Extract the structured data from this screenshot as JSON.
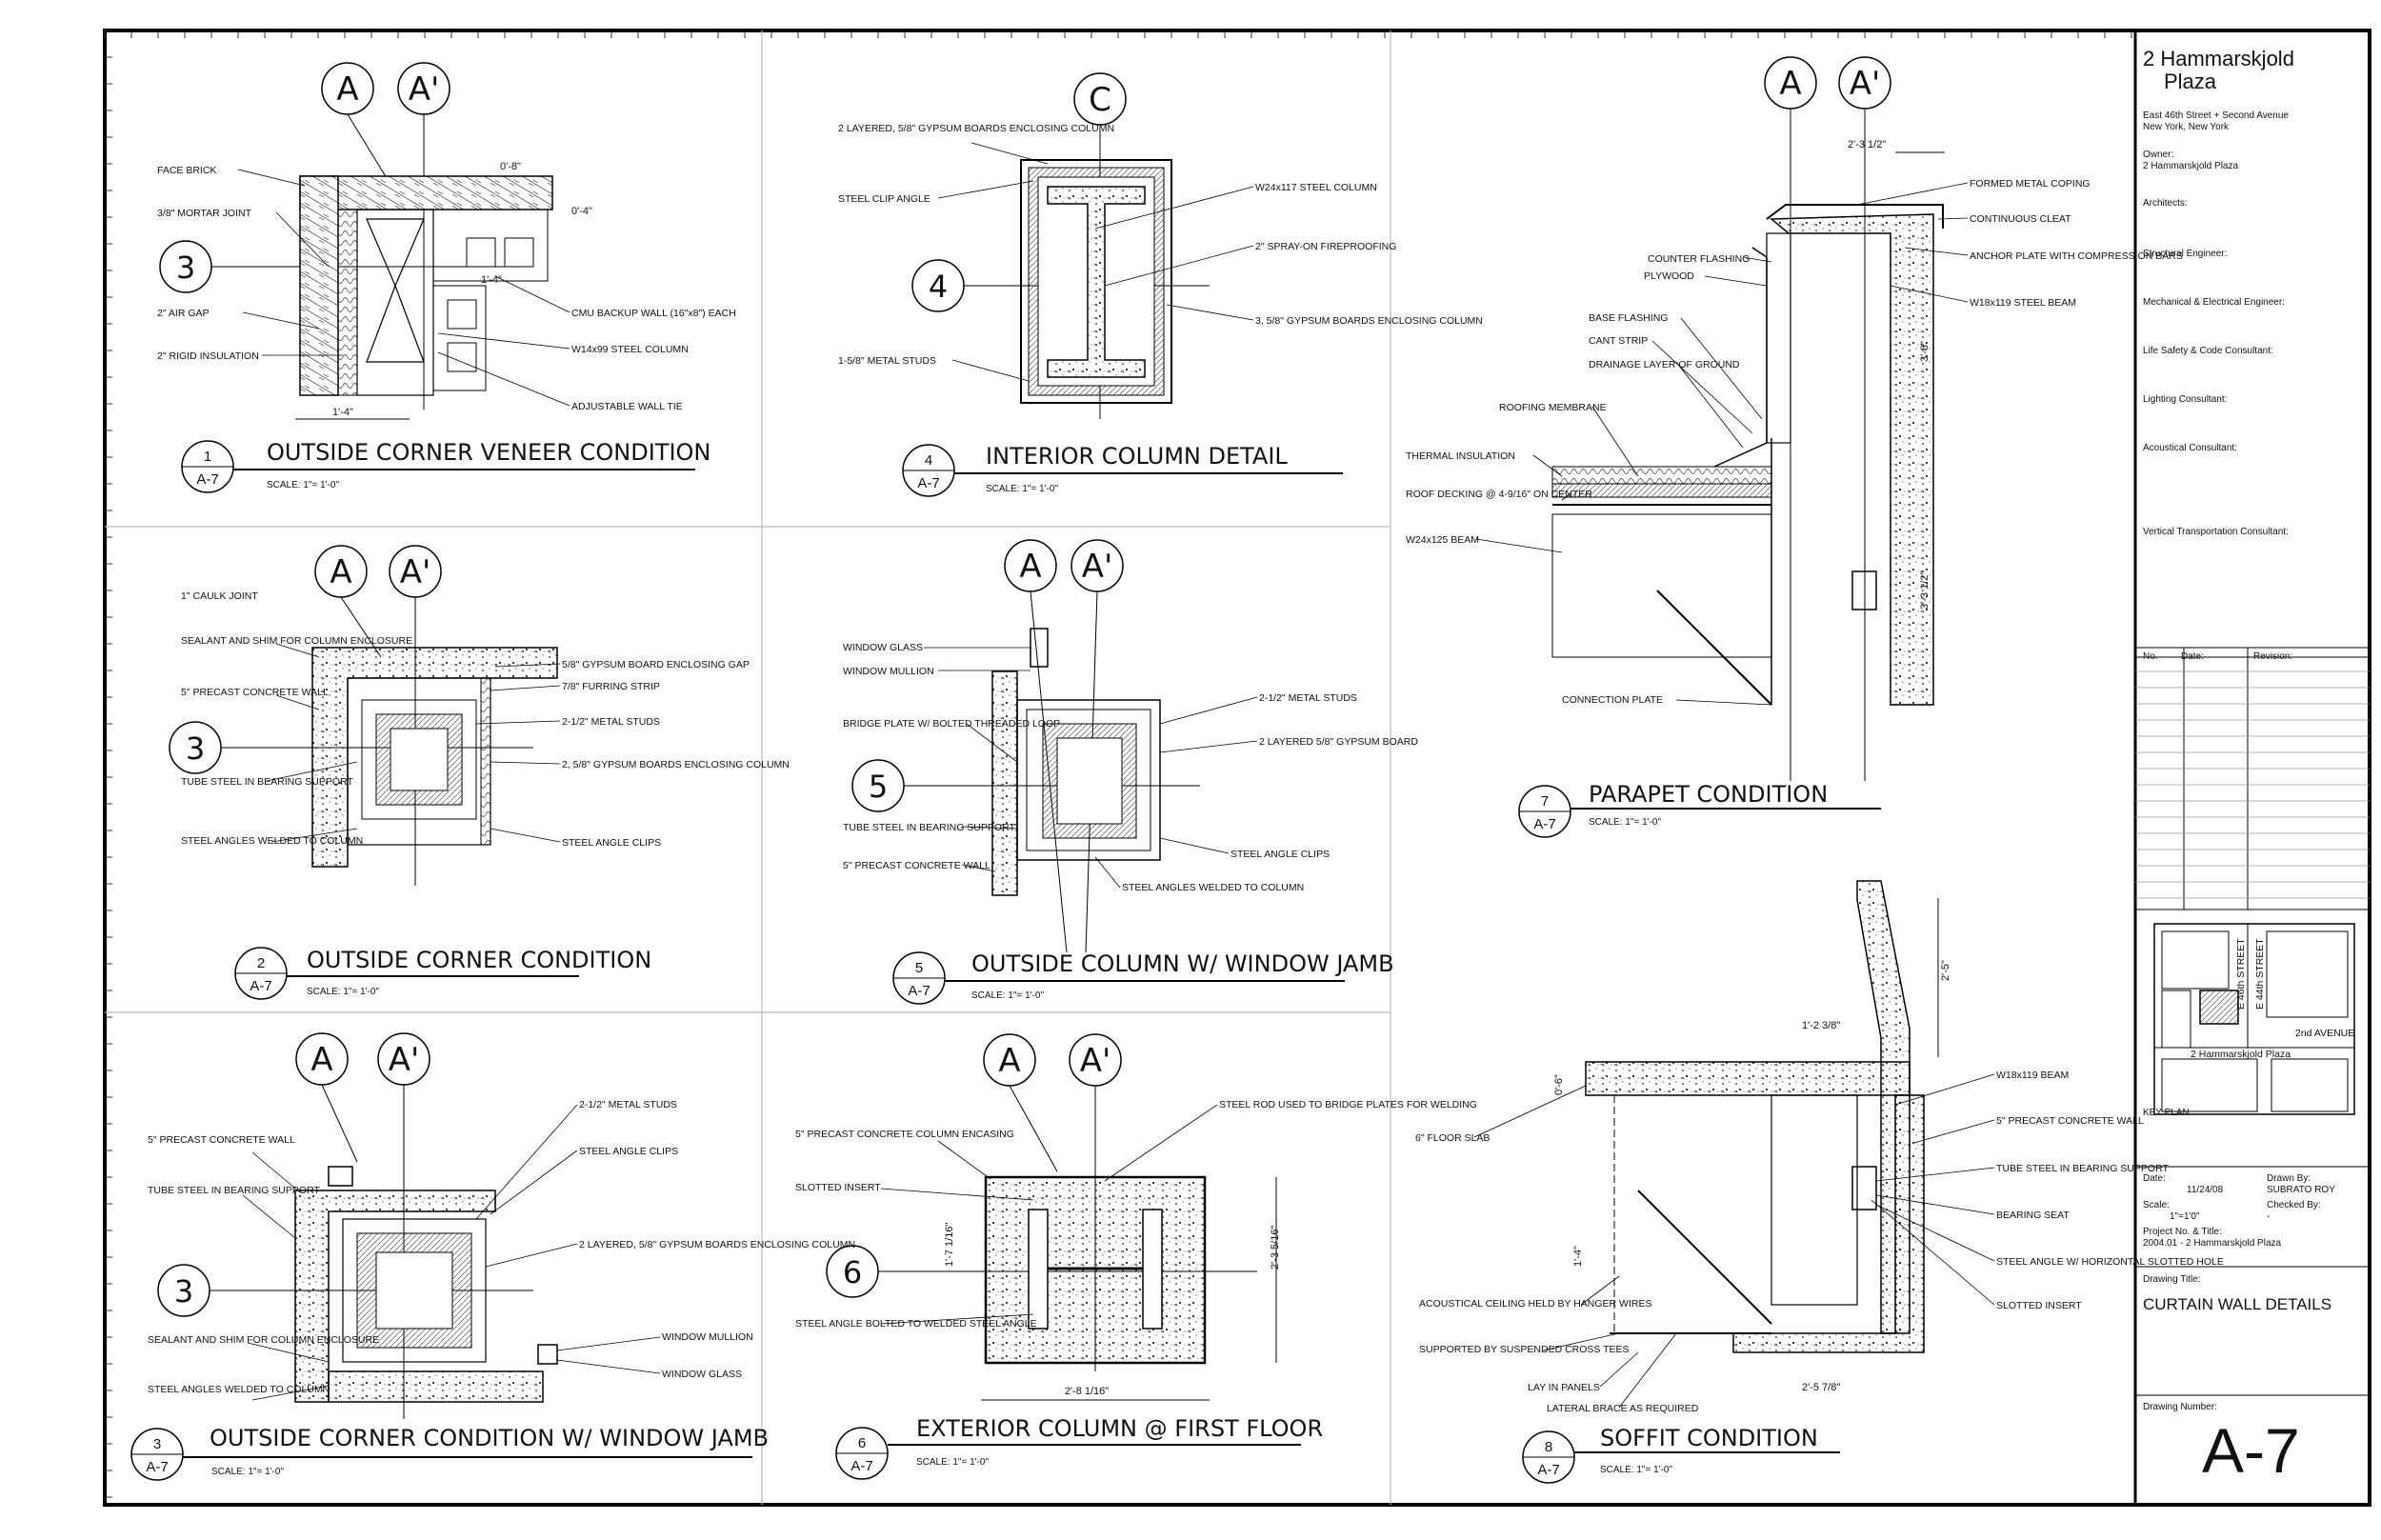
{
  "title_block": {
    "project_name_line1": "2 Hammarskjold",
    "project_name_line2": "Plaza",
    "address_line1": "East 46th Street + Second Avenue",
    "address_line2": "New York, New York",
    "owner_label": "Owner:",
    "owner_value": "2 Hammarskjold Plaza",
    "architects_label": "Architects:",
    "structural_label": "Structural Engineer:",
    "mep_label": "Mechanical & Electrical Engineer:",
    "life_safety_label": "Life Safety & Code Consultant:",
    "lighting_label": "Lighting Consultant:",
    "acoustical_label": "Acoustical Consultant:",
    "vertical_label": "Vertical Transportation Consultant:",
    "rev_no": "No.",
    "rev_date": "Date:",
    "rev_revision": "Revision:",
    "key_plan_label": "KEY PLAN",
    "key_plan_street1": "E 46th STREET",
    "key_plan_street2": "E 44th STREET",
    "key_plan_site": "2 Hammarskjold Plaza",
    "key_plan_avenue": "2nd AVENUE",
    "date_label": "Date:",
    "date_value": "11/24/08",
    "drawn_by_label": "Drawn By:",
    "drawn_by_value": "SUBRATO ROY",
    "scale_label": "Scale:",
    "scale_value": "1\"=1'0\"",
    "checked_by_label": "Checked By:",
    "checked_by_value": "-",
    "project_no_label": "Project No. & Title:",
    "project_no_value": "2004.01 - 2 Hammarskjold Plaza",
    "drawing_title_label": "Drawing Title:",
    "drawing_title_value": "CURTAIN WALL DETAILS",
    "drawing_number_label": "Drawing Number:",
    "drawing_number_value": "A-7"
  },
  "details": [
    {
      "num": "1",
      "sheet": "A-7",
      "title": "OUTSIDE CORNER VENEER CONDITION",
      "scale": "SCALE: 1\"= 1'-0\""
    },
    {
      "num": "2",
      "sheet": "A-7",
      "title": "OUTSIDE CORNER CONDITION",
      "scale": "SCALE: 1\"= 1'-0\""
    },
    {
      "num": "3",
      "sheet": "A-7",
      "title": "OUTSIDE CORNER CONDITION W/ WINDOW JAMB",
      "scale": "SCALE: 1\"= 1'-0\""
    },
    {
      "num": "4",
      "sheet": "A-7",
      "title": "INTERIOR COLUMN DETAIL",
      "scale": "SCALE: 1\"= 1'-0\""
    },
    {
      "num": "5",
      "sheet": "A-7",
      "title": "OUTSIDE COLUMN W/ WINDOW JAMB",
      "scale": "SCALE: 1\"= 1'-0\""
    },
    {
      "num": "6",
      "sheet": "A-7",
      "title": "EXTERIOR COLUMN @ FIRST FLOOR",
      "scale": "SCALE: 1\"= 1'-0\""
    },
    {
      "num": "7",
      "sheet": "A-7",
      "title": "PARAPET CONDITION",
      "scale": "SCALE: 1\"= 1'-0\""
    },
    {
      "num": "8",
      "sheet": "A-7",
      "title": "SOFFIT CONDITION",
      "scale": "SCALE: 1\"= 1'-0\""
    }
  ],
  "grid": {
    "a": "A",
    "a_prime": "A'",
    "c": "C",
    "n3": "3",
    "n4": "4",
    "n5": "5",
    "n6": "6"
  },
  "annotations": {
    "d1": [
      "FACE BRICK",
      "3/8\" MORTAR JOINT",
      "2\" AIR GAP",
      "2\" RIGID INSULATION",
      "CMU BACKUP WALL (16\"x8\") EACH",
      "W14x99 STEEL COLUMN",
      "ADJUSTABLE WALL TIE",
      "1'-4\"",
      "0'-8\"",
      "0'-4\"",
      "1'-4\""
    ],
    "d2": [
      "1\" CAULK JOINT",
      "SEALANT AND SHIM FOR COLUMN ENCLOSURE",
      "5\" PRECAST CONCRETE WALL",
      "TUBE STEEL IN BEARING SUPPORT",
      "STEEL ANGLES WELDED TO COLUMN",
      "5/8\" GYPSUM BOARD ENCLOSING GAP",
      "7/8\" FURRING STRIP",
      "2-1/2\" METAL STUDS",
      "2, 5/8\" GYPSUM BOARDS ENCLOSING COLUMN",
      "STEEL ANGLE CLIPS"
    ],
    "d3": [
      "2-1/2\" METAL STUDS",
      "5\" PRECAST CONCRETE WALL",
      "STEEL ANGLE CLIPS",
      "TUBE STEEL IN BEARING SUPPORT",
      "2 LAYERED, 5/8\" GYPSUM BOARDS ENCLOSING COLUMN",
      "SEALANT AND SHIM FOR COLUMN ENCLOSURE",
      "WINDOW MULLION",
      "STEEL ANGLES WELDED TO COLUMN",
      "WINDOW GLASS"
    ],
    "d4": [
      "2 LAYERED, 5/8\" GYPSUM BOARDS ENCLOSING COLUMN",
      "STEEL CLIP ANGLE",
      "W24x117 STEEL COLUMN",
      "2\" SPRAY-ON FIREPROOFING",
      "3, 5/8\" GYPSUM BOARDS ENCLOSING COLUMN",
      "1-5/8\" METAL STUDS"
    ],
    "d5": [
      "WINDOW GLASS",
      "WINDOW MULLION",
      "BRIDGE PLATE W/ BOLTED THREADED LOOP",
      "TUBE STEEL IN BEARING SUPPORT",
      "5\" PRECAST CONCRETE WALL",
      "2-1/2\" METAL STUDS",
      "2 LAYERED 5/8\" GYPSUM BOARD",
      "STEEL ANGLE CLIPS",
      "STEEL ANGLES WELDED TO COLUMN"
    ],
    "d6": [
      "5\" PRECAST CONCRETE COLUMN ENCASING",
      "SLOTTED INSERT",
      "STEEL ANGLE BOLTED TO WELDED STEEL ANGLE",
      "STEEL ROD USED TO BRIDGE PLATES FOR WELDING",
      "1'-7 1/16\"",
      "2'-3 5/16\"",
      "2'-8 1/16\""
    ],
    "d7": [
      "FORMED METAL COPING",
      "CONTINUOUS CLEAT",
      "COUNTER FLASHING",
      "ANCHOR PLATE WITH COMPRESSION BARS",
      "PLYWOOD",
      "W18x119 STEEL BEAM",
      "BASE FLASHING",
      "CANT STRIP",
      "DRAINAGE LAYER OF GROUND",
      "ROOFING MEMBRANE",
      "THERMAL INSULATION",
      "ROOF DECKING @ 4-9/16\" ON CENTER",
      "W24x125 BEAM",
      "CONNECTION PLATE",
      "2'-3 1/2\"",
      "3'-8\"",
      "3'-3 1/2\""
    ],
    "d8": [
      "W18x119 BEAM",
      "6\" FLOOR SLAB",
      "5\" PRECAST CONCRETE WALL",
      "TUBE STEEL IN BEARING SUPPORT",
      "BEARING SEAT",
      "STEEL ANGLE W/ HORIZONTAL SLOTTED HOLE",
      "SLOTTED INSERT",
      "ACOUSTICAL CEILING HELD BY HANGER WIRES",
      "SUPPORTED BY SUSPENDED CROSS TEES",
      "LAY IN PANELS",
      "LATERAL BRACE AS REQUIRED",
      "2'-5\"",
      "1'-2 3/8\"",
      "0'-6\"",
      "1'-4\"",
      "2'-5 7/8\""
    ]
  }
}
